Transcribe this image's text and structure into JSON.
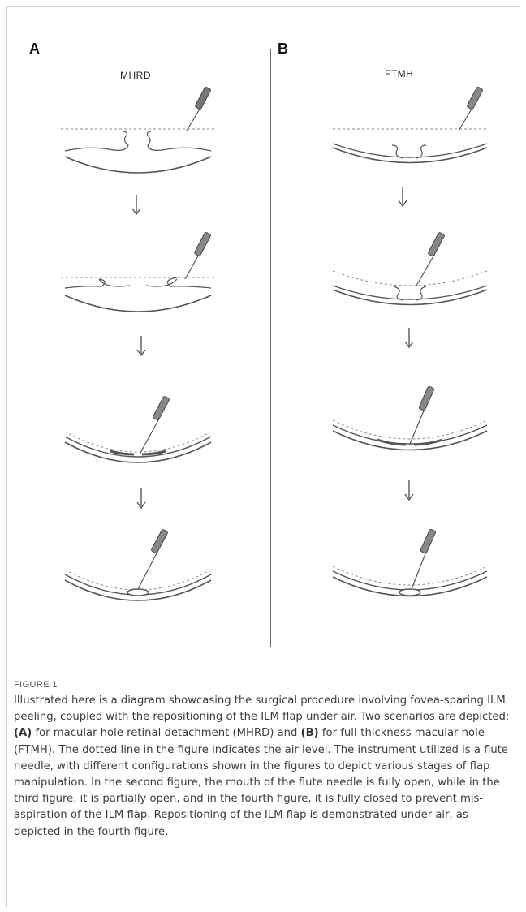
{
  "panels": [
    {
      "letter": "A",
      "title": "MHRD"
    },
    {
      "letter": "B",
      "title": "FTMH"
    }
  ],
  "caption": {
    "label": "FIGURE 1",
    "text_1": "Illustrated here is a diagram showcasing the surgical procedure involving fovea-sparing ILM peeling, coupled with the repositioning of the ILM flap under air. Two scenarios are depicted: ",
    "ref_a": "(A)",
    "text_2": " for macular hole retinal detachment (MHRD) and ",
    "ref_b": "(B)",
    "text_3": " for full-thickness macular hole (FTMH). The dotted line in the figure indicates the air level. The instrument utilized is a flute needle, with different configurations shown in the figures to depict various stages of flap manipulation. In the second figure, the mouth of the flute needle is fully open, while in the third figure, it is partially open, and in the fourth figure, it is fully closed to prevent mis-aspiration of the ILM flap. Repositioning of the ILM flap is demonstrated under air, as depicted in the fourth figure."
  },
  "colors": {
    "line": "#555555",
    "dotted": "#8a8a8a",
    "needle_tip": "#888888"
  }
}
